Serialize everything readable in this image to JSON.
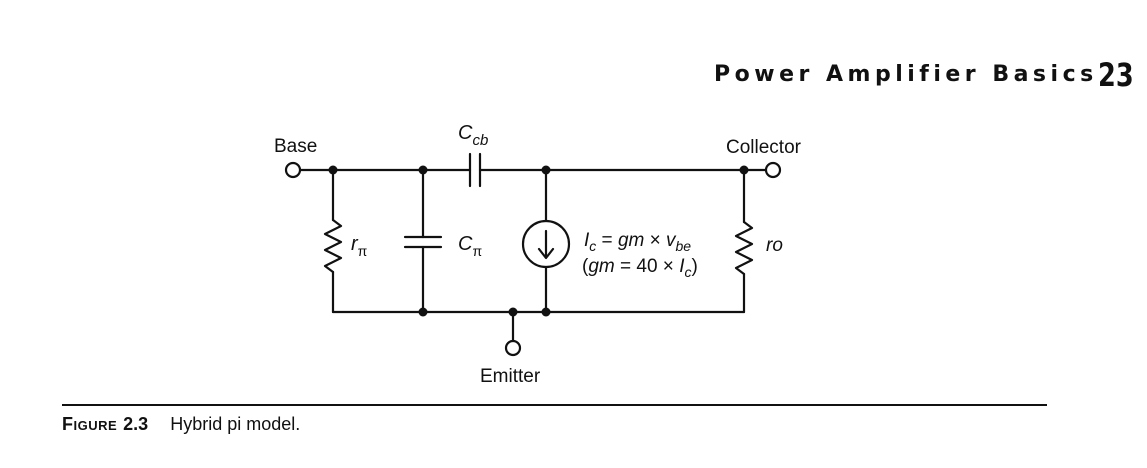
{
  "header": {
    "running_title": "Power Amplifier Basics",
    "page_number": "23"
  },
  "circuit": {
    "terminals": {
      "base": "Base",
      "collector": "Collector",
      "emitter": "Emitter"
    },
    "components": {
      "r_pi": {
        "symbol": "r",
        "subscript": "π"
      },
      "c_pi": {
        "symbol": "C",
        "subscript": "π"
      },
      "c_cb": {
        "symbol": "C",
        "subscript": "cb"
      },
      "ro": {
        "label": "ro"
      },
      "current_source": {
        "line1": {
          "lhs": "I",
          "lhs_sub": "c",
          "eq": " = ",
          "rhs": "gm",
          "times": " × ",
          "var": "v",
          "var_sub": "be"
        },
        "line2": {
          "open": "(",
          "lhs": "gm",
          "eq": " = 40 × ",
          "var": "I",
          "var_sub": "c",
          "close": ")"
        }
      }
    }
  },
  "caption": {
    "label": "Figure",
    "number": "2.3",
    "text": "Hybrid pi model."
  }
}
